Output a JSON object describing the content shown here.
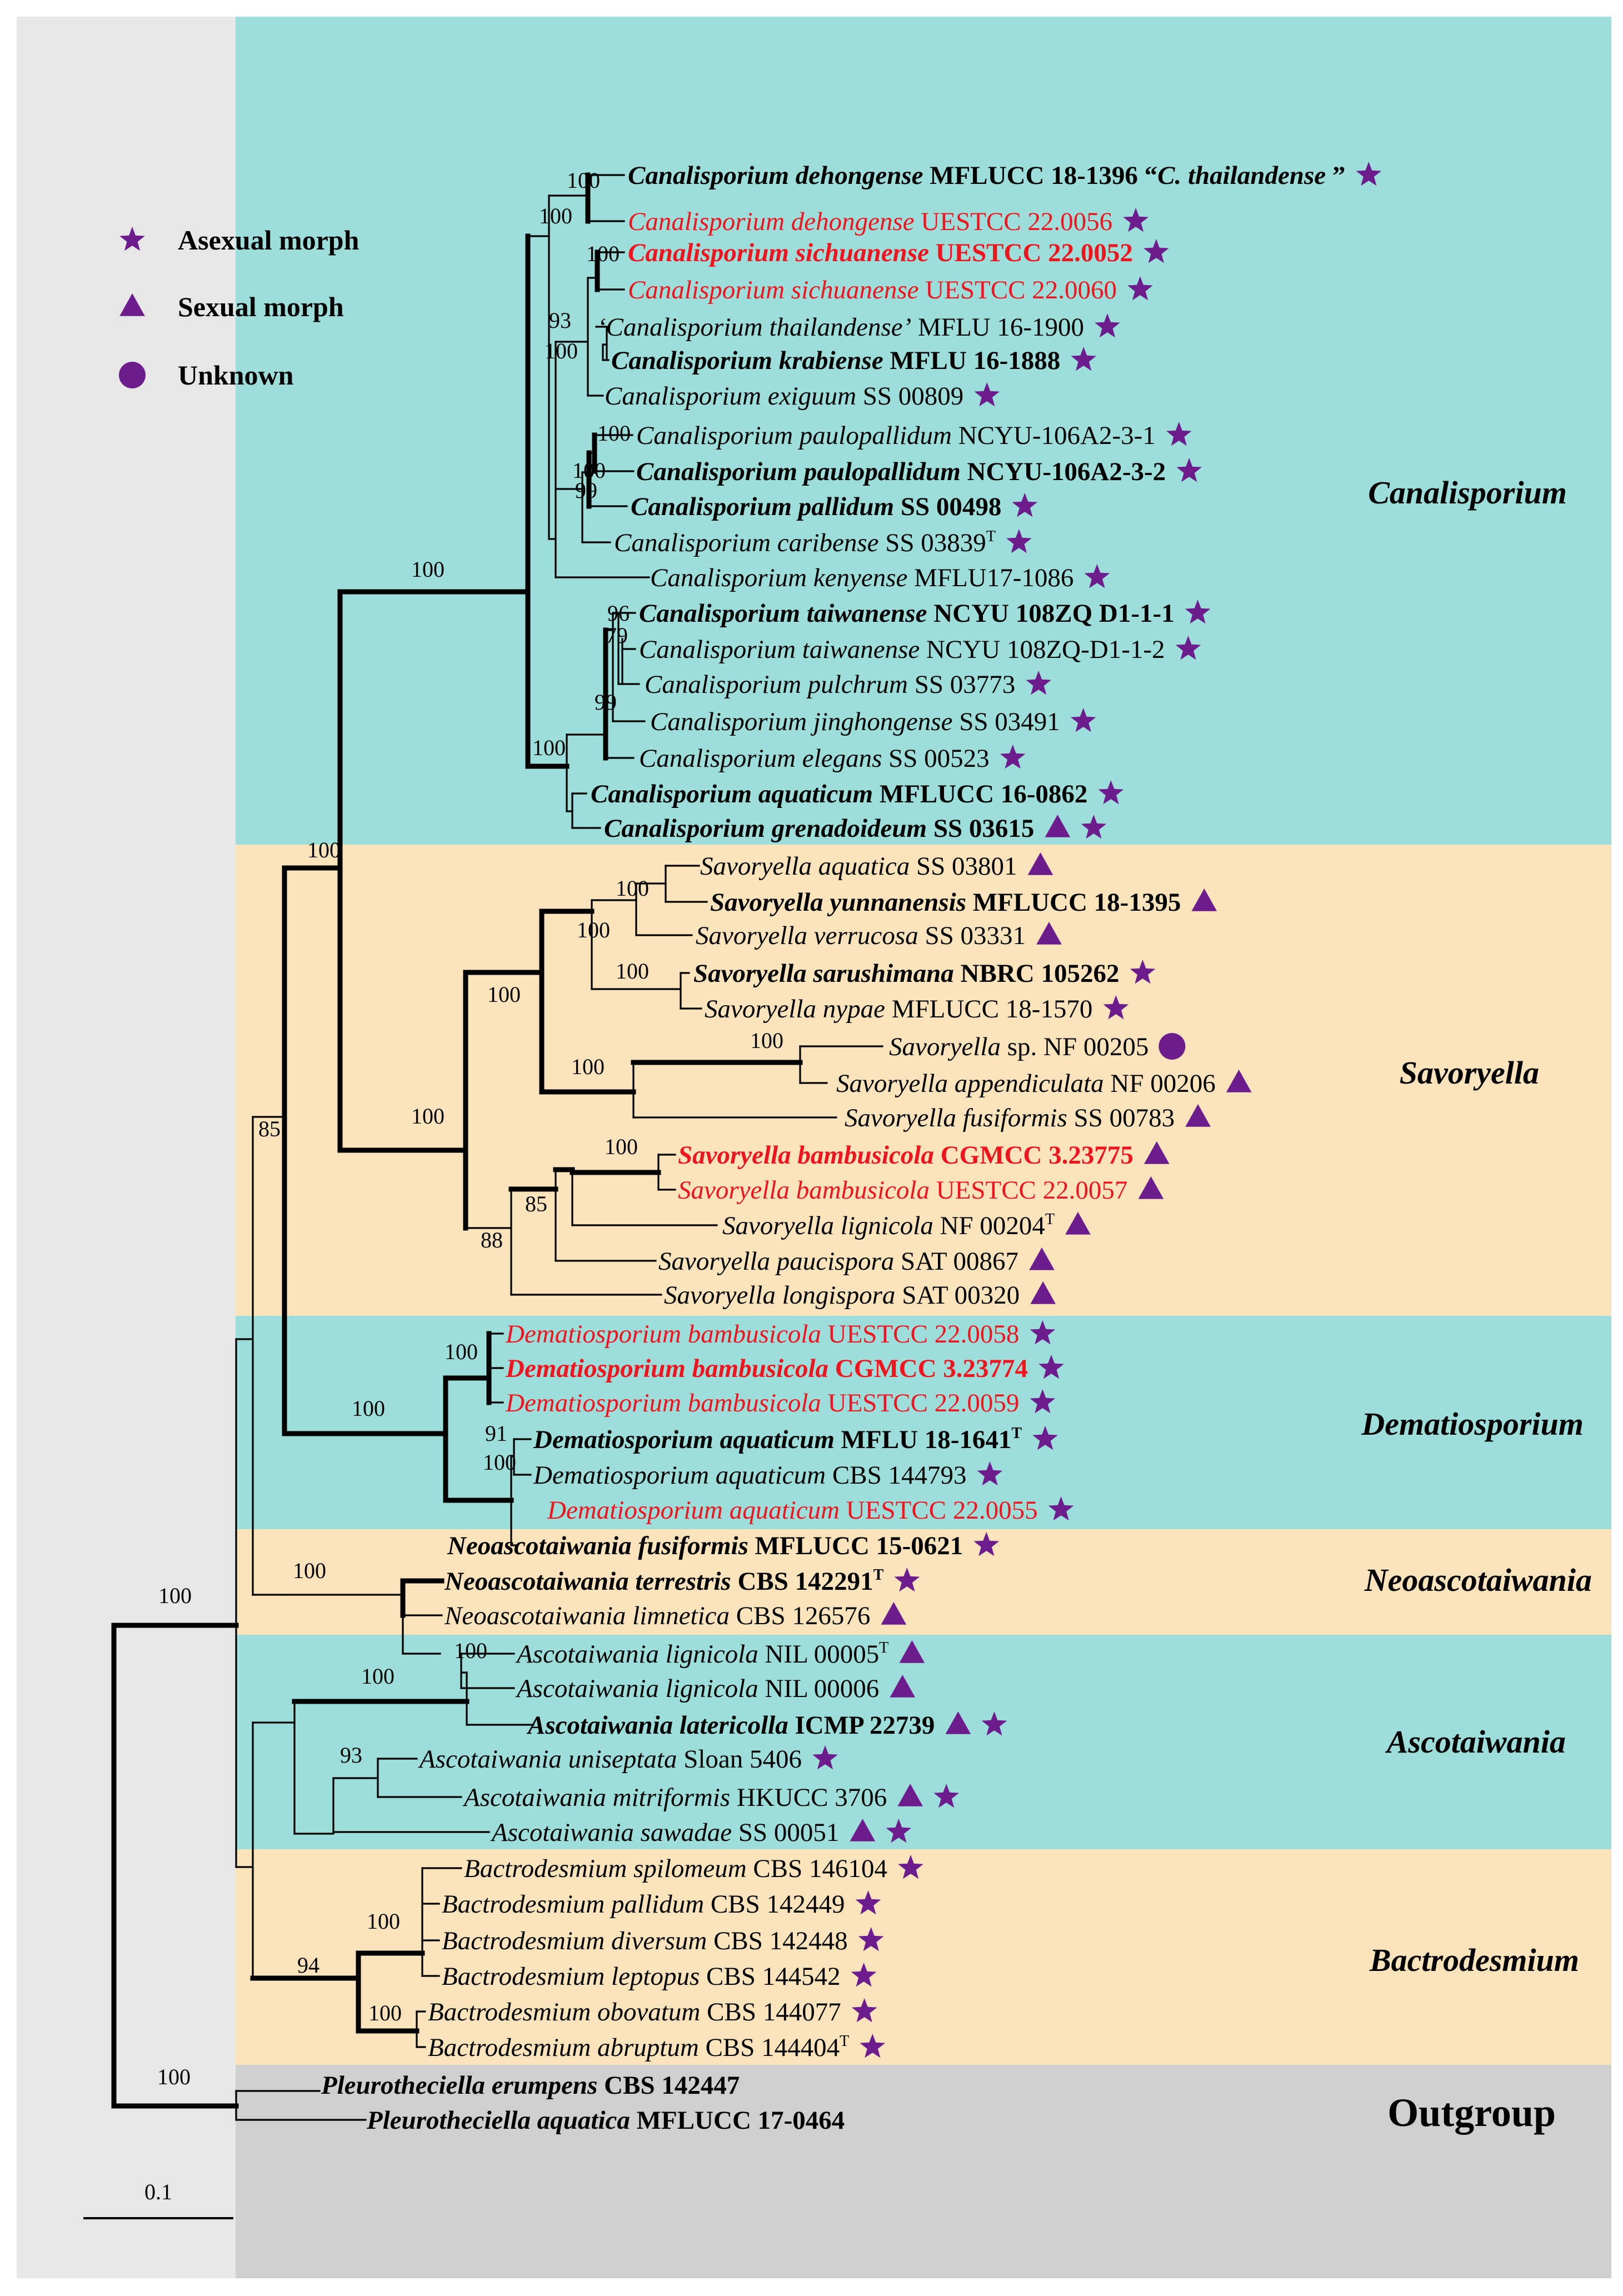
{
  "colors": {
    "teal": "#9ddedb",
    "orange": "#fbe3bc",
    "outgroup_gray": "#d0cfcf",
    "margin_gray": "#e7e7e7",
    "purple": "#6d1c8e",
    "red": "#f0141e"
  },
  "legend": [
    {
      "symbol": "star",
      "label": "Asexual morph"
    },
    {
      "symbol": "triangle",
      "label": "Sexual morph"
    },
    {
      "symbol": "circle",
      "label": "Unknown"
    }
  ],
  "scale_bar": {
    "label": "0.1"
  },
  "clades": [
    {
      "name": "Canalisporium",
      "band": "teal",
      "italic": true
    },
    {
      "name": "Savoryella",
      "band": "orange",
      "italic": true
    },
    {
      "name": "Dematiosporium",
      "band": "teal",
      "italic": true
    },
    {
      "name": "Neoascotaiwania",
      "band": "orange",
      "italic": true
    },
    {
      "name": "Ascotaiwania",
      "band": "teal",
      "italic": true
    },
    {
      "name": "Bactrodesmium",
      "band": "orange",
      "italic": true
    },
    {
      "name": "Outgroup",
      "band": "outgroup_gray",
      "italic": false
    }
  ],
  "tips": [
    {
      "taxon": "Canalisporium dehongense",
      "strain": "MFLUCC 18-1396",
      "extra": "C. thailandense",
      "bold": true,
      "red": false,
      "symbols": [
        "star"
      ]
    },
    {
      "taxon": "Canalisporium dehongense",
      "strain": "UESTCC 22.0056",
      "bold": false,
      "red": true,
      "symbols": [
        "star"
      ]
    },
    {
      "taxon": "Canalisporium sichuanense",
      "strain": "UESTCC 22.0052",
      "bold": true,
      "red": true,
      "symbols": [
        "star"
      ]
    },
    {
      "taxon": "Canalisporium sichuanense",
      "strain": "UESTCC 22.0060",
      "bold": false,
      "red": true,
      "symbols": [
        "star"
      ]
    },
    {
      "taxon": "Canalisporium thailandense",
      "strain": "MFLU 16-1900",
      "quoted": true,
      "bold": false,
      "red": false,
      "symbols": [
        "star"
      ]
    },
    {
      "taxon": "Canalisporium krabiense",
      "strain": "MFLU 16-1888",
      "bold": true,
      "red": false,
      "symbols": [
        "star"
      ]
    },
    {
      "taxon": "Canalisporium exiguum",
      "strain": "SS 00809",
      "bold": false,
      "red": false,
      "symbols": [
        "star"
      ]
    },
    {
      "taxon": "Canalisporium paulopallidum",
      "strain": "NCYU-106A2-3-1",
      "bold": false,
      "red": false,
      "symbols": [
        "star"
      ]
    },
    {
      "taxon": "Canalisporium paulopallidum",
      "strain": "NCYU-106A2-3-2",
      "bold": true,
      "red": false,
      "symbols": [
        "star"
      ]
    },
    {
      "taxon": "Canalisporium pallidum",
      "strain": "SS 00498",
      "bold": true,
      "red": false,
      "symbols": [
        "star"
      ]
    },
    {
      "taxon": "Canalisporium caribense",
      "strain": "SS 03839",
      "type": "T",
      "bold": false,
      "red": false,
      "symbols": [
        "star"
      ]
    },
    {
      "taxon": "Canalisporium kenyense",
      "strain": "MFLU17-1086",
      "bold": false,
      "red": false,
      "symbols": [
        "star"
      ]
    },
    {
      "taxon": "Canalisporium taiwanense",
      "strain": "NCYU 108ZQ D1-1-1",
      "bold": true,
      "red": false,
      "symbols": [
        "star"
      ]
    },
    {
      "taxon": "Canalisporium taiwanense",
      "strain": "NCYU 108ZQ-D1-1-2",
      "bold": false,
      "red": false,
      "symbols": [
        "star"
      ]
    },
    {
      "taxon": "Canalisporium pulchrum",
      "strain": "SS 03773",
      "bold": false,
      "red": false,
      "symbols": [
        "star"
      ]
    },
    {
      "taxon": "Canalisporium jinghongense",
      "strain": "SS 03491",
      "bold": false,
      "red": false,
      "symbols": [
        "star"
      ]
    },
    {
      "taxon": "Canalisporium elegans",
      "strain": "SS 00523",
      "bold": false,
      "red": false,
      "symbols": [
        "star"
      ]
    },
    {
      "taxon": "Canalisporium aquaticum",
      "strain": "MFLUCC 16-0862",
      "bold": true,
      "red": false,
      "symbols": [
        "star"
      ]
    },
    {
      "taxon": "Canalisporium grenadoideum",
      "strain": "SS 03615",
      "bold": true,
      "red": false,
      "symbols": [
        "triangle",
        "star"
      ]
    },
    {
      "taxon": "Savoryella aquatica",
      "strain": "SS 03801",
      "bold": false,
      "red": false,
      "symbols": [
        "triangle"
      ]
    },
    {
      "taxon": "Savoryella yunnanensis",
      "strain": "MFLUCC 18-1395",
      "bold": true,
      "red": false,
      "symbols": [
        "triangle"
      ]
    },
    {
      "taxon": "Savoryella verrucosa",
      "strain": "SS 03331",
      "bold": false,
      "red": false,
      "symbols": [
        "triangle"
      ]
    },
    {
      "taxon": "Savoryella sarushimana",
      "strain": "NBRC 105262",
      "bold": true,
      "red": false,
      "symbols": [
        "star"
      ]
    },
    {
      "taxon": "Savoryella nypae",
      "strain": "MFLUCC 18-1570",
      "bold": false,
      "red": false,
      "symbols": [
        "star"
      ]
    },
    {
      "taxon": "Savoryella",
      "sp": "sp.",
      "strain": "NF 00205",
      "bold": false,
      "red": false,
      "symbols": [
        "circle"
      ]
    },
    {
      "taxon": "Savoryella appendiculata",
      "strain": "NF 00206",
      "bold": false,
      "red": false,
      "symbols": [
        "triangle"
      ]
    },
    {
      "taxon": "Savoryella fusiformis",
      "strain": "SS 00783",
      "bold": false,
      "red": false,
      "symbols": [
        "triangle"
      ]
    },
    {
      "taxon": "Savoryella bambusicola",
      "strain": "CGMCC 3.23775",
      "bold": true,
      "red": true,
      "symbols": [
        "triangle"
      ]
    },
    {
      "taxon": "Savoryella bambusicola",
      "strain": "UESTCC 22.0057",
      "bold": false,
      "red": true,
      "symbols": [
        "triangle"
      ]
    },
    {
      "taxon": "Savoryella lignicola",
      "strain": "NF 00204",
      "type": "T",
      "bold": false,
      "red": false,
      "symbols": [
        "triangle"
      ]
    },
    {
      "taxon": "Savoryella paucispora",
      "strain": "SAT 00867",
      "bold": false,
      "red": false,
      "symbols": [
        "triangle"
      ]
    },
    {
      "taxon": "Savoryella longispora",
      "strain": "SAT 00320",
      "bold": false,
      "red": false,
      "symbols": [
        "triangle"
      ]
    },
    {
      "taxon": "Dematiosporium bambusicola",
      "strain": "UESTCC 22.0058",
      "bold": false,
      "red": true,
      "symbols": [
        "star"
      ]
    },
    {
      "taxon": "Dematiosporium bambusicola",
      "strain": "CGMCC 3.23774",
      "bold": true,
      "red": true,
      "symbols": [
        "star"
      ]
    },
    {
      "taxon": "Dematiosporium bambusicola",
      "strain": "UESTCC 22.0059",
      "bold": false,
      "red": true,
      "symbols": [
        "star"
      ]
    },
    {
      "taxon": "Dematiosporium aquaticum",
      "strain": "MFLU 18-1641",
      "type": "T",
      "bold": true,
      "red": false,
      "symbols": [
        "star"
      ]
    },
    {
      "taxon": "Dematiosporium aquaticum",
      "strain": "CBS 144793",
      "bold": false,
      "red": false,
      "symbols": [
        "star"
      ]
    },
    {
      "taxon": "Dematiosporium aquaticum",
      "strain": "UESTCC 22.0055",
      "bold": false,
      "red": true,
      "symbols": [
        "star"
      ]
    },
    {
      "taxon": "Neoascotaiwania fusiformis",
      "strain": "MFLUCC 15-0621",
      "bold": true,
      "red": false,
      "symbols": [
        "star"
      ]
    },
    {
      "taxon": "Neoascotaiwania terrestris",
      "strain": "CBS 142291",
      "type": "T",
      "bold": true,
      "red": false,
      "symbols": [
        "star"
      ]
    },
    {
      "taxon": "Neoascotaiwania limnetica",
      "strain": "CBS 126576",
      "bold": false,
      "red": false,
      "symbols": [
        "triangle"
      ]
    },
    {
      "taxon": "Ascotaiwania lignicola",
      "strain": "NIL 00005",
      "type": "T",
      "bold": false,
      "red": false,
      "symbols": [
        "triangle"
      ]
    },
    {
      "taxon": "Ascotaiwania lignicola",
      "strain": "NIL 00006",
      "bold": false,
      "red": false,
      "symbols": [
        "triangle"
      ]
    },
    {
      "taxon": "Ascotaiwania latericolla",
      "strain": "ICMP 22739",
      "bold": true,
      "red": false,
      "symbols": [
        "triangle",
        "star"
      ]
    },
    {
      "taxon": "Ascotaiwania uniseptata",
      "strain": "Sloan 5406",
      "bold": false,
      "red": false,
      "symbols": [
        "star"
      ]
    },
    {
      "taxon": "Ascotaiwania mitriformis",
      "strain": "HKUCC 3706",
      "bold": false,
      "red": false,
      "symbols": [
        "triangle",
        "star"
      ]
    },
    {
      "taxon": "Ascotaiwania sawadae",
      "strain": "SS 00051",
      "bold": false,
      "red": false,
      "symbols": [
        "triangle",
        "star"
      ]
    },
    {
      "taxon": "Bactrodesmium spilomeum",
      "strain": "CBS 146104",
      "bold": false,
      "red": false,
      "symbols": [
        "star"
      ]
    },
    {
      "taxon": "Bactrodesmium pallidum",
      "strain": "CBS 142449",
      "bold": false,
      "red": false,
      "symbols": [
        "star"
      ]
    },
    {
      "taxon": "Bactrodesmium diversum",
      "strain": "CBS 142448",
      "bold": false,
      "red": false,
      "symbols": [
        "star"
      ]
    },
    {
      "taxon": "Bactrodesmium leptopus",
      "strain": "CBS 144542",
      "bold": false,
      "red": false,
      "symbols": [
        "star"
      ]
    },
    {
      "taxon": "Bactrodesmium obovatum",
      "strain": "CBS 144077",
      "bold": false,
      "red": false,
      "symbols": [
        "star"
      ]
    },
    {
      "taxon": "Bactrodesmium abruptum",
      "strain": "CBS 144404",
      "type": "T",
      "bold": false,
      "red": false,
      "symbols": [
        "star"
      ]
    },
    {
      "taxon": "Pleurotheciella erumpens",
      "strain": "CBS 142447",
      "bold": true,
      "red": false,
      "symbols": []
    },
    {
      "taxon": "Pleurotheciella aquatica",
      "strain": "MFLUCC 17-0464",
      "bold": true,
      "red": false,
      "symbols": []
    }
  ],
  "support_values": [
    "100",
    "100",
    "100",
    "93",
    "100",
    "100",
    "100",
    "99",
    "100",
    "96",
    "79",
    "99",
    "100",
    "100",
    "100",
    "100",
    "100",
    "100",
    "100",
    "100",
    "100",
    "85",
    "88",
    "85",
    "100",
    "91",
    "100",
    "100",
    "100",
    "100",
    "93",
    "100",
    "100",
    "94",
    "100",
    "100"
  ]
}
